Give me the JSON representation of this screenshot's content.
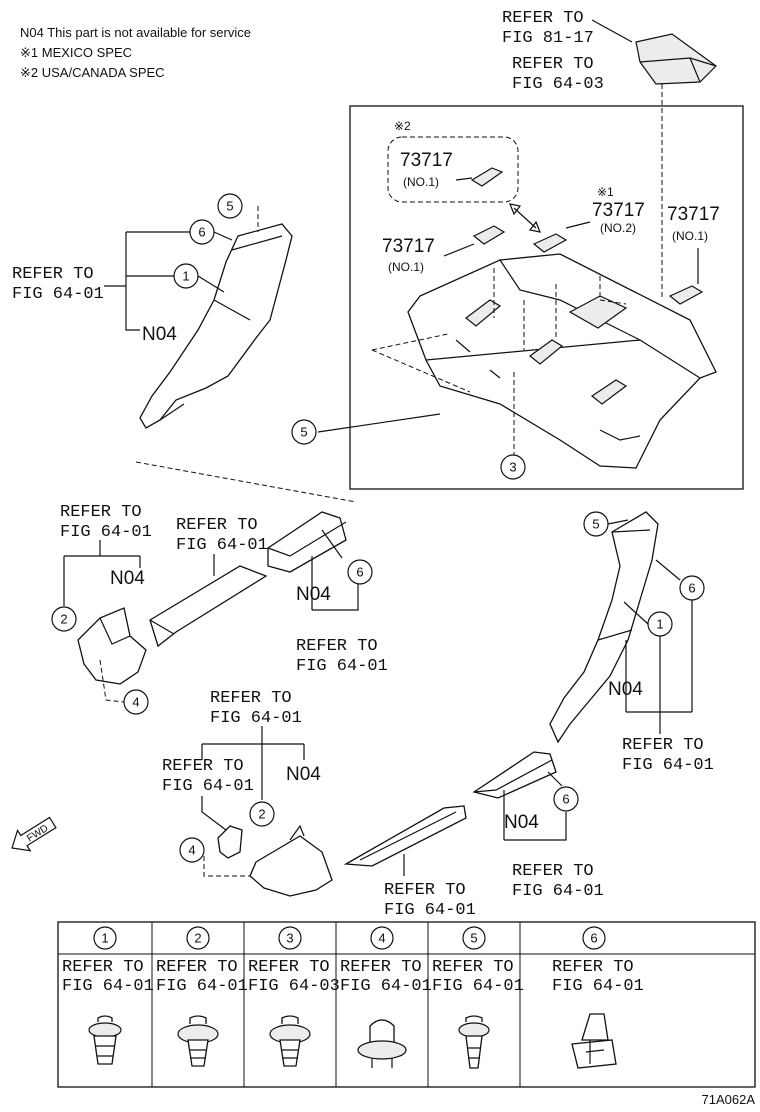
{
  "notes": {
    "n04": "N04  This part is not available for service",
    "mexico": "※1 MEXICO SPEC",
    "usa": "※2 USA/CANADA SPEC"
  },
  "refs": {
    "refer_to": "REFER TO",
    "fig_81_17": "FIG 81-17",
    "fig_64_03": "FIG 64-03",
    "fig_64_01": "FIG 64-01"
  },
  "part_numbers": {
    "p73717": "73717",
    "no1": "(NO.1)",
    "no2": "(NO.2)",
    "mark1": "※1",
    "mark2": "※2"
  },
  "n04_label": "N04",
  "callouts": [
    "1",
    "2",
    "3",
    "4",
    "5",
    "6"
  ],
  "legend": [
    {
      "num": "1",
      "ref1": "REFER TO",
      "ref2": "FIG 64-01"
    },
    {
      "num": "2",
      "ref1": "REFER TO",
      "ref2": "FIG 64-01"
    },
    {
      "num": "3",
      "ref1": "REFER TO",
      "ref2": "FIG 64-03"
    },
    {
      "num": "4",
      "ref1": "REFER TO",
      "ref2": "FIG 64-01"
    },
    {
      "num": "5",
      "ref1": "REFER TO",
      "ref2": "FIG 64-01"
    },
    {
      "num": "6",
      "ref1": "REFER TO",
      "ref2": "FIG 64-01"
    }
  ],
  "fwd": "FWD",
  "figure_code": "71A062A"
}
